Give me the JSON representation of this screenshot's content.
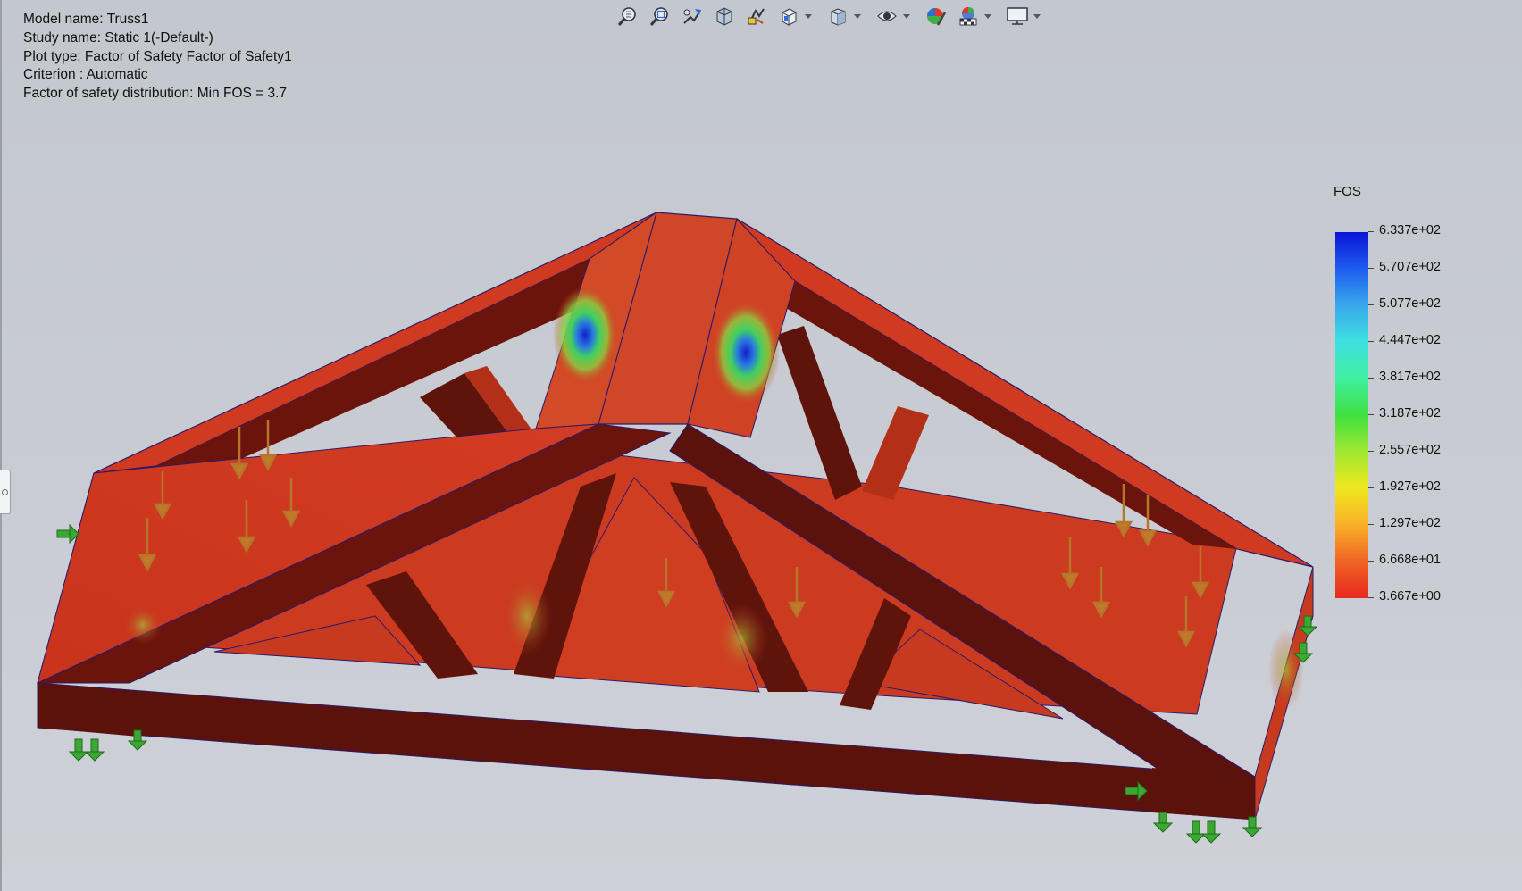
{
  "info": {
    "model_name": "Model name: Truss1",
    "study_name": "Study name: Static 1(-Default-)",
    "plot_type": "Plot type: Factor of Safety Factor of Safety1",
    "criterion": "Criterion : Automatic",
    "distribution": "Factor of safety distribution: Min FOS = 3.7"
  },
  "toolbar": {
    "buttons": [
      {
        "icon": "zoom-to-fit-icon"
      },
      {
        "icon": "zoom-to-area-icon"
      },
      {
        "icon": "previous-view-icon"
      },
      {
        "icon": "section-view-icon"
      },
      {
        "icon": "dynamic-annotation-views-icon"
      },
      {
        "icon": "view-orientation-icon",
        "dropdown": true
      },
      {
        "icon": "display-style-icon",
        "dropdown": true
      },
      {
        "icon": "hide-show-items-icon",
        "dropdown": true
      },
      {
        "icon": "edit-appearance-icon"
      },
      {
        "icon": "apply-scene-icon",
        "dropdown": true
      },
      {
        "icon": "view-settings-icon",
        "dropdown": true
      }
    ]
  },
  "legend": {
    "title": "FOS",
    "ticks": [
      "6.337e+02",
      "5.707e+02",
      "5.077e+02",
      "4.447e+02",
      "3.817e+02",
      "3.187e+02",
      "2.557e+02",
      "1.927e+02",
      "1.297e+02",
      "6.668e+01",
      "3.667e+00"
    ],
    "max_color": "#0a14d8",
    "min_color": "#e8281e"
  },
  "colors": {
    "background": "#c8ccd3",
    "model_red": "#c8321c",
    "model_dark": "#5c120c",
    "fixture_green": "#3aa832",
    "load_arrow": "#c07a2a"
  }
}
